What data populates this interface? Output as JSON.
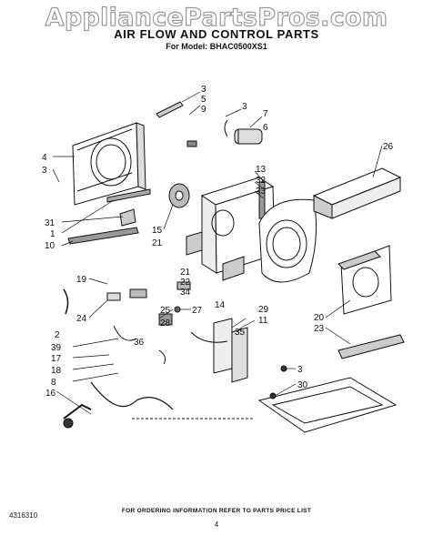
{
  "watermark": "AppliancePartsPros.com",
  "header": {
    "title": "AIR FLOW AND CONTROL PARTS",
    "model_line": "For Model: BHAC0500XS1"
  },
  "callouts": [
    "3",
    "5",
    "9",
    "3",
    "7",
    "6",
    "26",
    "4",
    "3",
    "13",
    "32",
    "33",
    "15",
    "21",
    "31",
    "1",
    "10",
    "19",
    "21",
    "22",
    "34",
    "24",
    "25",
    "27",
    "28",
    "14",
    "29",
    "11",
    "35",
    "2",
    "39",
    "36",
    "17",
    "18",
    "8",
    "16",
    "3",
    "30",
    "20",
    "23"
  ],
  "footer": {
    "note": "FOR ORDERING INFORMATION REFER TO PARTS PRICE LIST",
    "page": "4",
    "part_number": "4316310"
  }
}
